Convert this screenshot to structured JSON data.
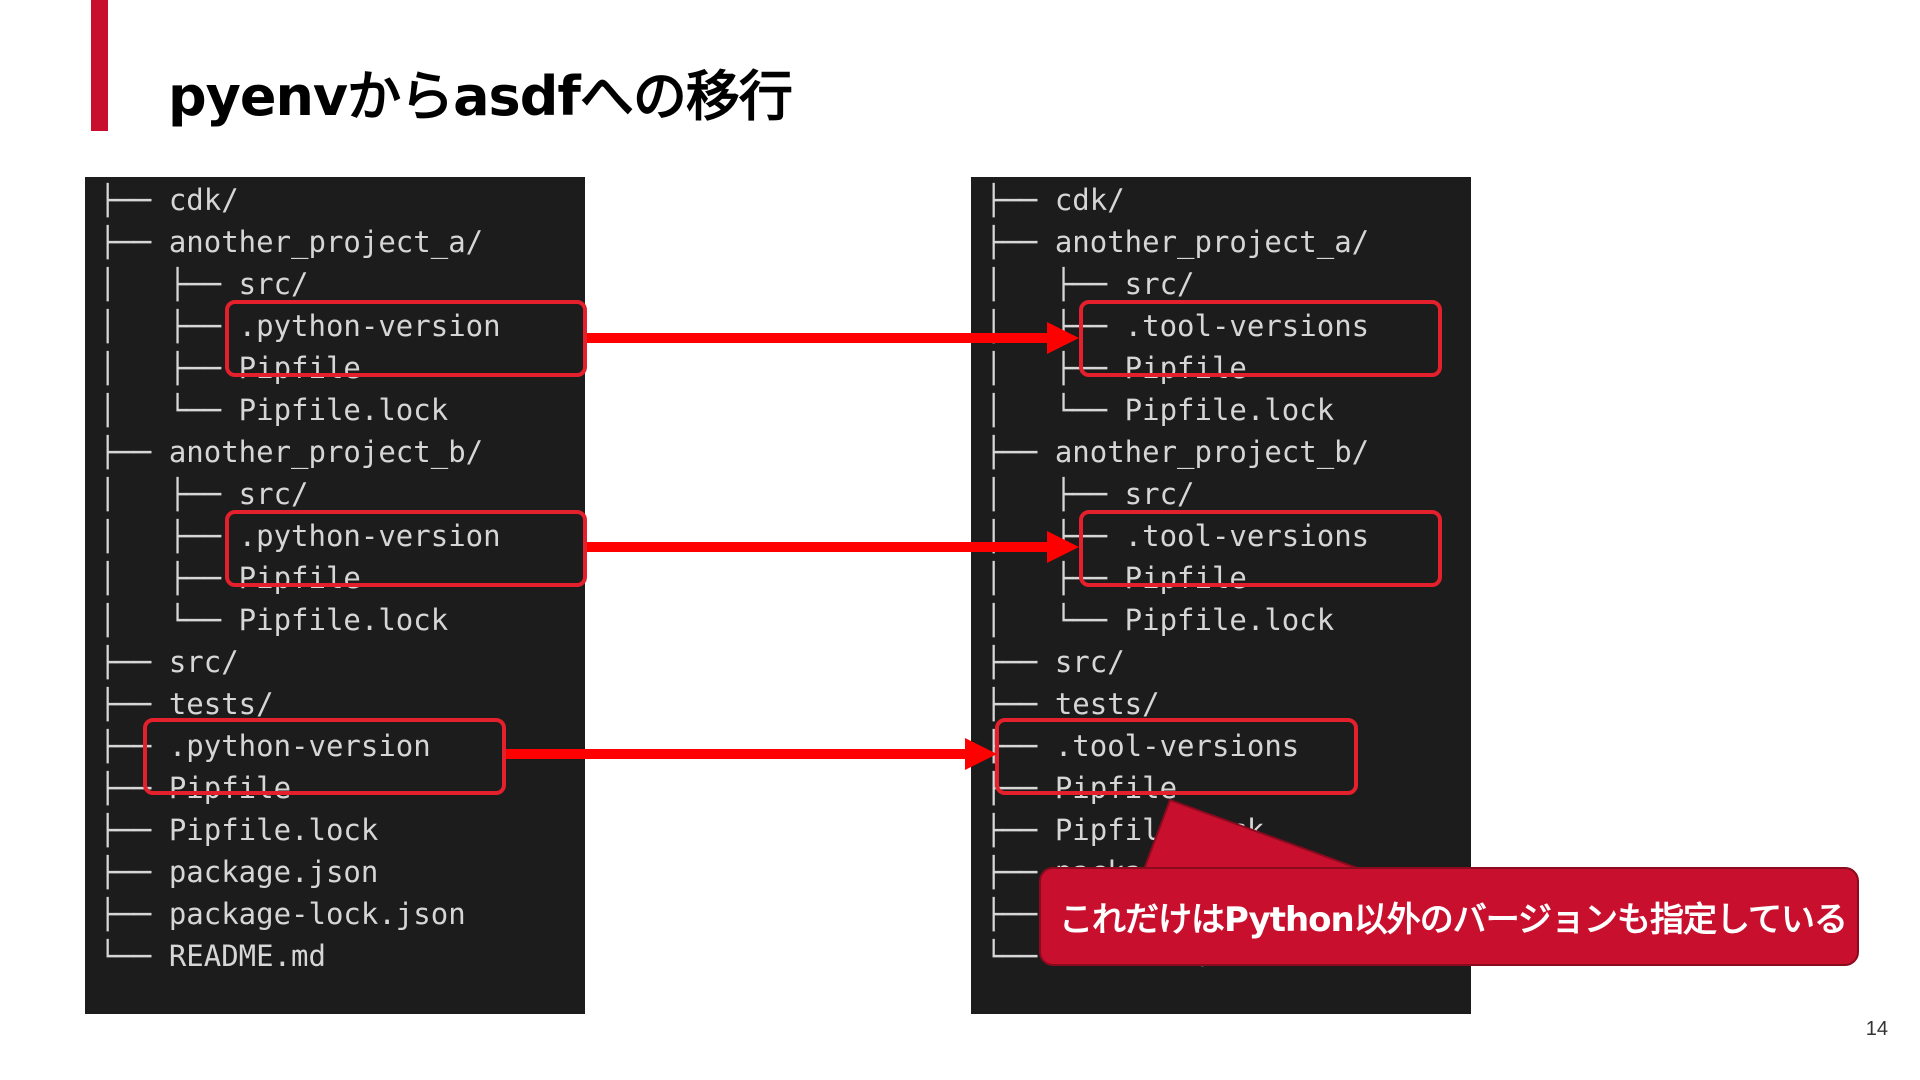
{
  "slide": {
    "title": "pyenvからasdfへの移行",
    "page_number": "14",
    "accent_color": "#c8102e",
    "highlight_color": "#e3202c",
    "arrow_color": "#ff0000"
  },
  "left_tree": {
    "lines": [
      "├── cdk/",
      "├── another_project_a/",
      "│   ├── src/",
      "│   ├── .python-version",
      "│   ├── Pipfile",
      "│   └── Pipfile.lock",
      "├── another_project_b/",
      "│   ├── src/",
      "│   ├── .python-version",
      "│   ├── Pipfile",
      "│   └── Pipfile.lock",
      "├── src/",
      "├── tests/",
      "├── .python-version",
      "├── Pipfile",
      "├── Pipfile.lock",
      "├── package.json",
      "├── package-lock.json",
      "└── README.md"
    ]
  },
  "right_tree": {
    "lines": [
      "├── cdk/",
      "├── another_project_a/",
      "│   ├── src/",
      "│   ├── .tool-versions",
      "│   ├── Pipfile",
      "│   └── Pipfile.lock",
      "├── another_project_b/",
      "│   ├── src/",
      "│   ├── .tool-versions",
      "│   ├── Pipfile",
      "│   └── Pipfile.lock",
      "├── src/",
      "├── tests/",
      "├── .tool-versions",
      "├── Pipfile",
      "├── Pipfile.lock",
      "├── package.json",
      "├── package-lock.json",
      "└── README.md"
    ]
  },
  "callout": {
    "text": "これだけはPython以外のバージョンも指定している"
  }
}
